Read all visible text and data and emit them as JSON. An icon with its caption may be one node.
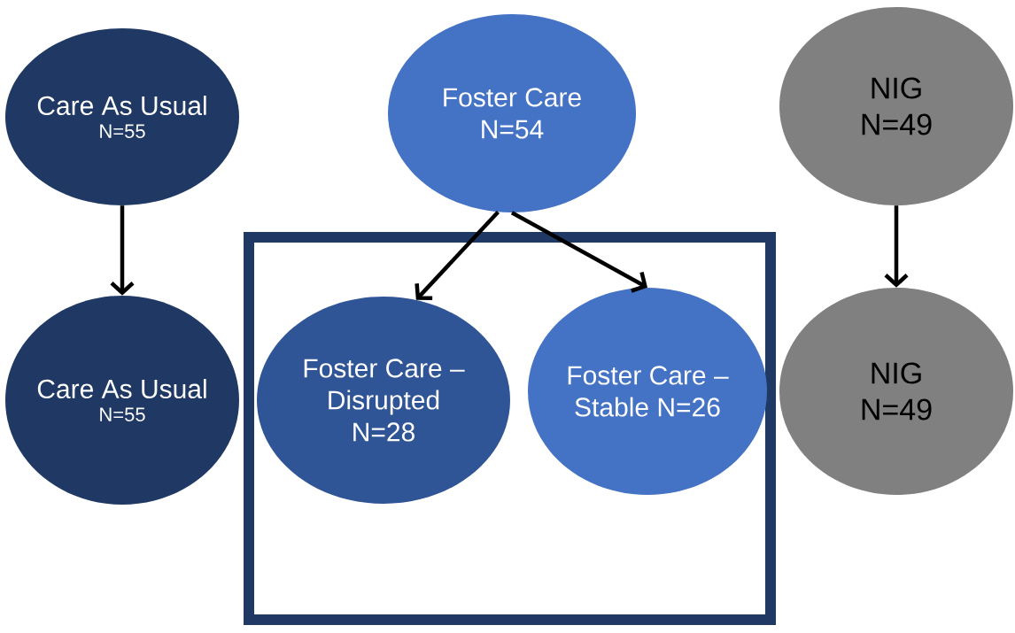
{
  "diagram": {
    "nodes": [
      {
        "text": [
          "Care As Usual",
          "N=55"
        ]
      },
      {
        "text": [
          "Foster Care N=54"
        ]
      },
      {
        "text": [
          "NIG N=49"
        ]
      },
      {
        "text": [
          "Care As Usual",
          "N=55"
        ]
      },
      {
        "text": [],
        "shape": "box"
      },
      {
        "text": [
          "Foster Care – Disrupted N=28"
        ],
        "in": 4
      },
      {
        "text": [
          "Foster Care – Stable N=26"
        ],
        "in": 4
      },
      {
        "text": [
          "NIG N=49"
        ]
      }
    ],
    "edges": [
      {
        "from": 0,
        "to": 3,
        "arrow": "to"
      },
      {
        "from": 1,
        "to": 5,
        "arrow": "to"
      },
      {
        "from": 1,
        "to": 6,
        "arrow": "to"
      },
      {
        "from": 2,
        "to": 7,
        "arrow": "to"
      }
    ]
  }
}
